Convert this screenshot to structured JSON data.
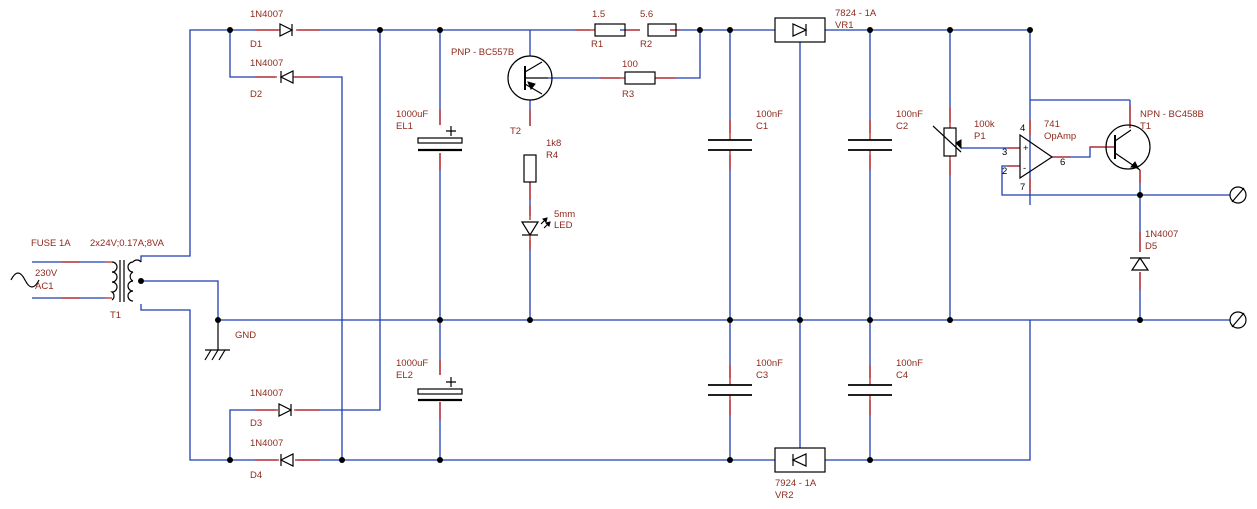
{
  "labels": {
    "fuse": "FUSE 1A",
    "ac_value": "230V",
    "ac_ref": "AC1",
    "transformer": "2x24V;0.17A;8VA",
    "t1": "T1",
    "gnd": "GND",
    "d1_val": "1N4007",
    "d1": "D1",
    "d2_val": "1N4007",
    "d2": "D2",
    "d3_val": "1N4007",
    "d3": "D3",
    "d4_val": "1N4007",
    "d4": "D4",
    "el1_val": "1000uF",
    "el1": "EL1",
    "el2_val": "1000uF",
    "el2": "EL2",
    "t2_type": "PNP - BC557B",
    "t2": "T2",
    "r1_val": "1.5",
    "r1": "R1",
    "r2_val": "5.6",
    "r2": "R2",
    "r3_val": "100",
    "r3": "R3",
    "r4_val": "1k8",
    "r4": "R4",
    "led_val": "5mm",
    "led": "LED",
    "c1_val": "100nF",
    "c1": "C1",
    "c2_val": "100nF",
    "c2": "C2",
    "c3_val": "100nF",
    "c3": "C3",
    "c4_val": "100nF",
    "c4": "C4",
    "vr1_val": "7824 - 1A",
    "vr1": "VR1",
    "vr2_val": "7924 - 1A",
    "vr2": "VR2",
    "p1_val": "100k",
    "p1": "P1",
    "opamp_val": "741",
    "opamp": "OpAmp",
    "pin4": "4",
    "pin3": "3",
    "pin2": "2",
    "pin6": "6",
    "pin7": "7",
    "t1n_type": "NPN - BC458B",
    "t1n": "T1",
    "d5_val": "1N4007",
    "d5": "D5"
  },
  "colors": {
    "wire": "#1f3fb4",
    "lead": "#c0221a",
    "label": "#8e2a1d",
    "symbol": "#000000"
  }
}
